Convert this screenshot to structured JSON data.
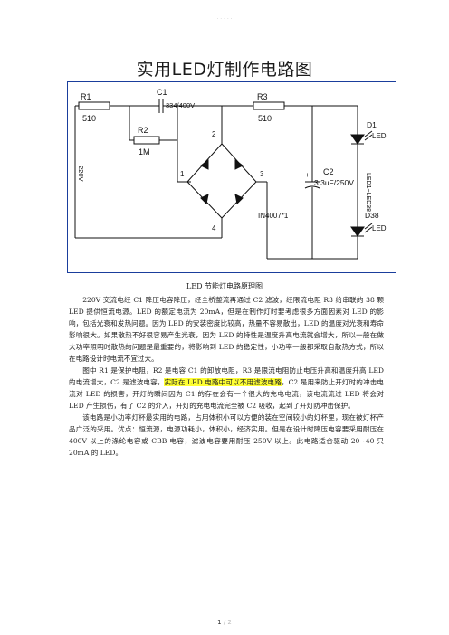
{
  "header_mark": "· · · · ·",
  "title": "实用LED灯制作电路图",
  "circuit": {
    "r1_name": "R1",
    "r1_value": "510",
    "c1_name": "C1",
    "c1_value": "334/400V",
    "r2_name": "R2",
    "r2_value": "1M",
    "r3_name": "R3",
    "r3_value": "510",
    "c2_name": "C2",
    "c2_value": "3.3uF/250V",
    "voltage_label": "220V",
    "bridge_pin1": "1",
    "bridge_pin2": "2",
    "bridge_pin3": "3",
    "bridge_pin4": "4",
    "diode_part": "IN4007*1",
    "d1_name": "D1",
    "d1_type": "LED",
    "d38_name": "D38",
    "d38_type": "LED",
    "led_range": "LED1~LED38",
    "plus_sign": "+"
  },
  "caption": "LED 节能灯电路原理图",
  "paragraphs": [
    {
      "text": "220V 交流电经 C1 降压电容降压，经全桥整流再通过 C2 滤波，经限流电阻 R3 给串联的 38 颗 LED 提供恒流电源。LED 的额定电流为 20mA，但是在制作灯时要考虑很多方面因素对 LED 的影响，包括光衰和发热问题。因为 LED 的安装密度比较高，热量不容易散出，LED 的温度对光衰和寿命影响很大。如果散热不好很容易产生光衰，因为 LED 的特性是温度升高电流就会增大，所以一般在做大功率照明时散热的问题是最重要的，将影响到 LED 的稳定性，小功率一般都采取自散热方式，所以在电路设计时电流不宜过大。"
    },
    {
      "text_before": "图中 R1 是保护电阻，R2 是电容 C1 的卸放电阻，R3 是限流电阻防止电压升高和温度升高 LED 的电流增大，C2 是滤波电容，",
      "highlight": "实际在 LED 电路中可以不用滤波电路",
      "text_after": "，C2 是用来防止开灯时的冲击电流对 LED 的损害，开灯的瞬间因为 C1 的存在会有一个很大的充电电流，该电流流过 LED 将会对 LED 产生损伤，有了 C2 的介入，开灯的充电电流完全被 C2 吸收，起到了开灯防冲击保护。"
    },
    {
      "text": "该电路是小功率灯杯最实用的电路，占用体积小可以方便的装在空间较小的灯杯里，现在被灯杯产品广泛的采用。优点：恒流源，电源功耗小，体积小，经济实用。但是在设计时降压电容要采用耐压在 400V 以上的涤纶电容或 CBB 电容，滤波电容要用耐压 250V 以上。此电路适合驱动 20~40 只 20mA 的 LED。"
    }
  ],
  "footer": {
    "page_number": "1",
    "separator": "/",
    "total_pages": "2"
  }
}
